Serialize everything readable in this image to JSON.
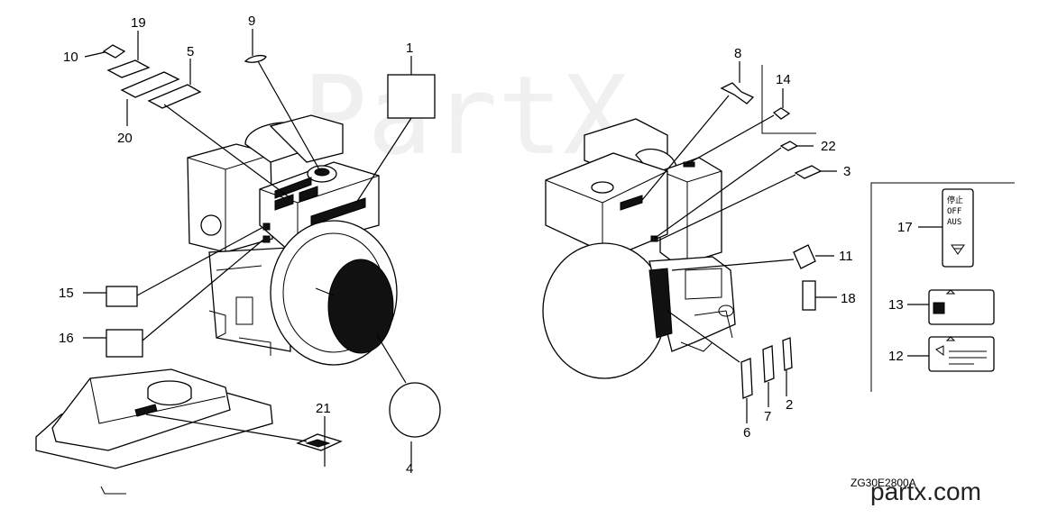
{
  "watermark": "PartX",
  "site": "partx.com",
  "diagram_code": "ZG30E2800A",
  "callouts": {
    "c1": "1",
    "c2": "2",
    "c3": "3",
    "c4": "4",
    "c5": "5",
    "c6": "6",
    "c7": "7",
    "c8": "8",
    "c9": "9",
    "c10": "10",
    "c11": "11",
    "c12": "12",
    "c13": "13",
    "c14": "14",
    "c15": "15",
    "c16": "16",
    "c17": "17",
    "c18": "18",
    "c19": "19",
    "c20": "20",
    "c21": "21",
    "c22": "22"
  },
  "label17": {
    "line1": "停止",
    "line2": "OFF",
    "line3": "AUS"
  }
}
